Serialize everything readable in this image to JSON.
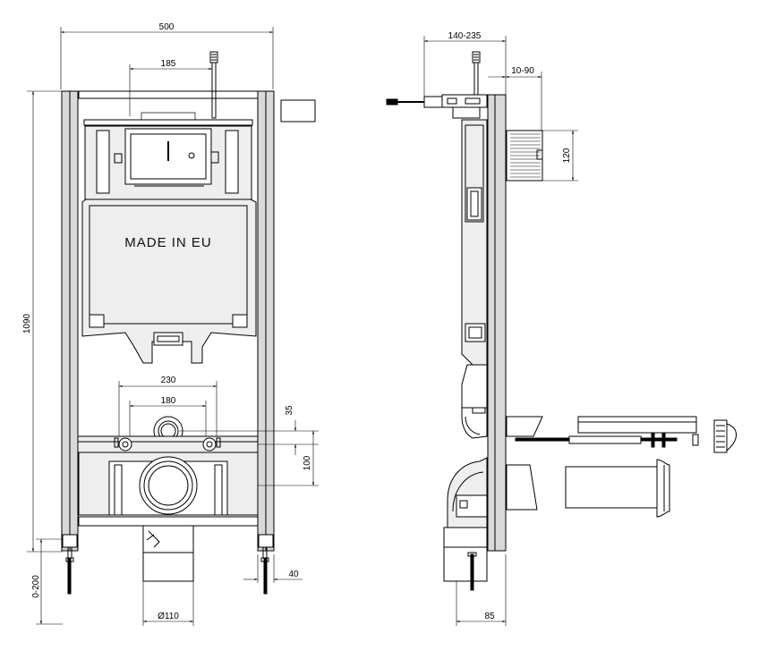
{
  "front_view": {
    "dims": {
      "width": "500",
      "flush_offset": "185",
      "height": "1090",
      "foot_range": "0-200",
      "outer_spacing": "230",
      "inner_spacing": "180",
      "offset_35": "35",
      "offset_100": "100",
      "foot_40": "40",
      "pipe_dia": "Ø110"
    },
    "label": "MADE IN EU"
  },
  "side_view": {
    "dims": {
      "depth_range": "140-235",
      "wall_range": "10-90",
      "panel_height": "120",
      "base_85": "85"
    }
  }
}
